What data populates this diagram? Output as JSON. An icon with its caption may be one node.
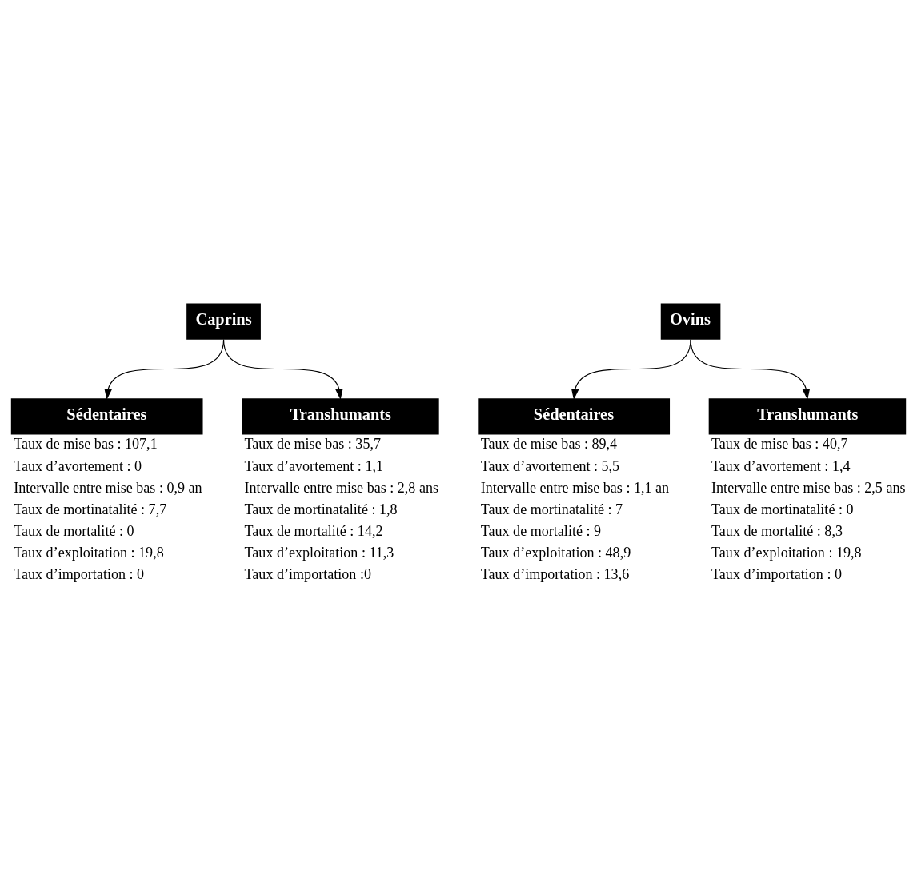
{
  "diagram": {
    "nodes": [
      {
        "text": [
          "Caprins"
        ]
      },
      {
        "text": [
          "Sédentaires"
        ],
        "beside": [
          "Taux de mise bas : 107,1",
          "Taux d’avortement : 0",
          "Intervalle entre mise bas : 0,9 an",
          "Taux de mortinatalité : 7,7",
          "Taux de mortalité : 0",
          "Taux d’exploitation : 19,8",
          "Taux d’importation : 0"
        ]
      },
      {
        "text": [
          "Transhumants"
        ],
        "beside": [
          "Taux de mise bas : 35,7",
          "Taux d’avortement : 1,1",
          "Intervalle entre mise bas : 2,8 ans",
          "Taux de mortinatalité : 1,8",
          "Taux de mortalité : 14,2",
          "Taux d’exploitation : 11,3",
          "Taux d’importation :0"
        ]
      },
      {
        "text": [
          "Ovins"
        ]
      },
      {
        "text": [
          "Sédentaires"
        ],
        "beside": [
          "Taux de mise bas : 89,4",
          "Taux d’avortement : 5,5",
          "Intervalle entre mise bas : 1,1 an",
          "Taux de mortinatalité : 7",
          "Taux de mortalité : 9",
          "Taux d’exploitation : 48,9",
          "Taux d’importation : 13,6"
        ]
      },
      {
        "text": [
          "Transhumants"
        ],
        "beside": [
          "Taux de mise bas : 40,7",
          "Taux d’avortement : 1,4",
          "Intervalle entre mise bas : 2,5 ans",
          "Taux de mortinatalité : 0",
          "Taux de mortalité : 8,3",
          "Taux d’exploitation : 19,8",
          "Taux d’importation : 0"
        ]
      }
    ],
    "edges": [
      {
        "from": 0,
        "to": 1,
        "arrow": "to"
      },
      {
        "from": 0,
        "to": 2,
        "arrow": "to"
      },
      {
        "from": 3,
        "to": 4,
        "arrow": "to"
      },
      {
        "from": 3,
        "to": 5,
        "arrow": "to"
      }
    ]
  }
}
